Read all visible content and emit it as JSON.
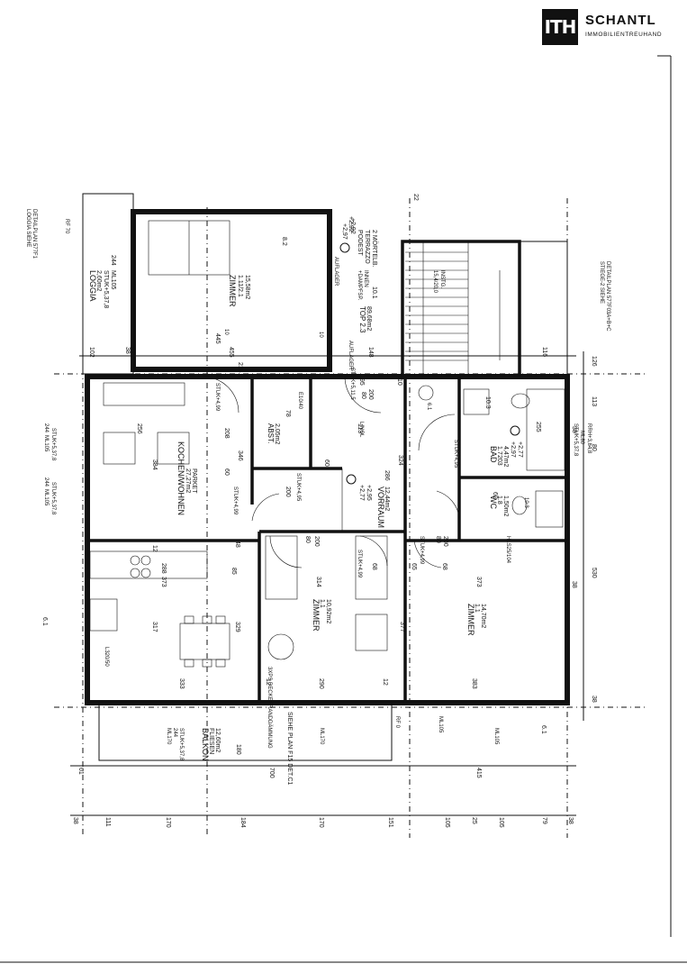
{
  "brand": {
    "mark": "ITH",
    "name": "SCHANTL",
    "tagline": "IMMOBILIENTREUHAND"
  },
  "rooms": {
    "zimmer_top": {
      "name": "ZIMMER",
      "num": "1.11/2.1",
      "area": "15,58m2"
    },
    "loggia": {
      "name": "LOGGIA",
      "area": "2,60m2",
      "stuk": "STUK+5,37,8",
      "ml": "ML105",
      "num": "244"
    },
    "top": {
      "name": "TOP 2.3",
      "area": "89,68m2"
    },
    "podest": {
      "l1": "PODEST",
      "l2": "+2,92",
      "l3": "TERRAZZO",
      "l4": "2 MÖRTELB."
    },
    "kochen": {
      "name": "KOCHEN/WOHNEN",
      "area": "27,27m2",
      "floor": "PARKET"
    },
    "abst": {
      "name": "ABST.",
      "area": "2,05m2"
    },
    "vorraum": {
      "name": "VORRAUM",
      "area": "12,44m2"
    },
    "bad": {
      "name": "BAD",
      "num": "1.7",
      "area": "4,47m2"
    },
    "wc": {
      "name": "WC",
      "num": "1.8",
      "area": "1,50m2"
    },
    "zimmer_mid": {
      "name": "ZIMMER",
      "num": "1.1",
      "area": "10,92m2"
    },
    "zimmer_right": {
      "name": "ZIMMER",
      "num": "1.1",
      "area": "14,70m2"
    },
    "balkon": {
      "name": "BALKON",
      "floor": "FLIESEN",
      "area": "12,60m2"
    }
  },
  "notes": {
    "loggia_siehe": "LOGGIA SIEHE",
    "loggia_plan": "DETAILPLAN 577F1",
    "stiege_siehe": "STIEGE-2 SIEHE",
    "stiege_plan": "DETAILPLAN 577F03A+B+C",
    "siehe_plan": "SIEHE PLAN F15 DET.C1",
    "deckenrand": "3XPS DECKENRANDDÄMMUNG",
    "auflager1": "AUFLAGER",
    "auflager2": "AUFLAGER",
    "innen": "INNEN",
    "dampfsp": "+DAMPFSP.",
    "stuk511": "STUK+5,11,5",
    "inst": "INSTG.",
    "inst_num": "15,4/20,0",
    "hls": "HLS25/104",
    "rf70": "RF 70",
    "rf0": "RF 0",
    "l320": "L320/50",
    "rrh": "RRH+3,84,8",
    "ml80": "ML80",
    "stuk_right": "STUK+5,37,8",
    "e1040": "E10/40",
    "linol": "LINOL",
    "stuk499a": "STUK+4,99",
    "stuk499b": "STUK+4,99",
    "stuk499c": "STUK+4,99",
    "stuk499d": "STUK+4,99",
    "stuk495": "STUK+4,95",
    "stuk495b": "STUK+4,95",
    "level295": "+2,95",
    "level277": "+2,77",
    "level297": "+2,97",
    "level292": "+2,92",
    "level297b": "+2,97",
    "level277b": "+2,77",
    "left_stuk1": "STUK+5,37,8",
    "left_ml1": "ML105",
    "left_num1": "244",
    "left_stuk2": "STUK+5,37,8",
    "left_ml2": "ML105",
    "left_num2": "244",
    "win_stuk": "STUK+5,37,8",
    "win_ml1": "ML170",
    "win_ml2": "ML170",
    "win_ml3": "ML105",
    "win_ml4": "ML105",
    "win_num": "244",
    "tag61a": "6.1",
    "tag61b": "6.1",
    "tag82": "8.2",
    "tag101": "10.1",
    "tag103": "10.3",
    "tag61c": "6.1",
    "tag103b": "10.3"
  },
  "dims": {
    "bottom": [
      "38",
      "111",
      "170",
      "184",
      "170",
      "151",
      "105",
      "25",
      "105",
      "79",
      "38"
    ],
    "bal700": "700",
    "bal415": "415",
    "bal61": "61",
    "right": [
      "126",
      "113",
      "80",
      "530",
      "38"
    ],
    "top_row": [
      "102",
      "38",
      "445",
      "10",
      "148",
      "116",
      "22"
    ],
    "inner": [
      "455",
      "214",
      "256",
      "384",
      "208",
      "346",
      "113",
      "324",
      "286",
      "373",
      "317",
      "329",
      "314",
      "377",
      "373",
      "288",
      "85",
      "333",
      "290",
      "383",
      "12",
      "12",
      "12",
      "48",
      "80",
      "200",
      "80",
      "200",
      "60",
      "78",
      "200",
      "10",
      "95",
      "80",
      "200",
      "65",
      "68",
      "180",
      "60",
      "10",
      "68",
      "38",
      "38",
      "38",
      "38",
      "255",
      "203",
      "62"
    ]
  }
}
